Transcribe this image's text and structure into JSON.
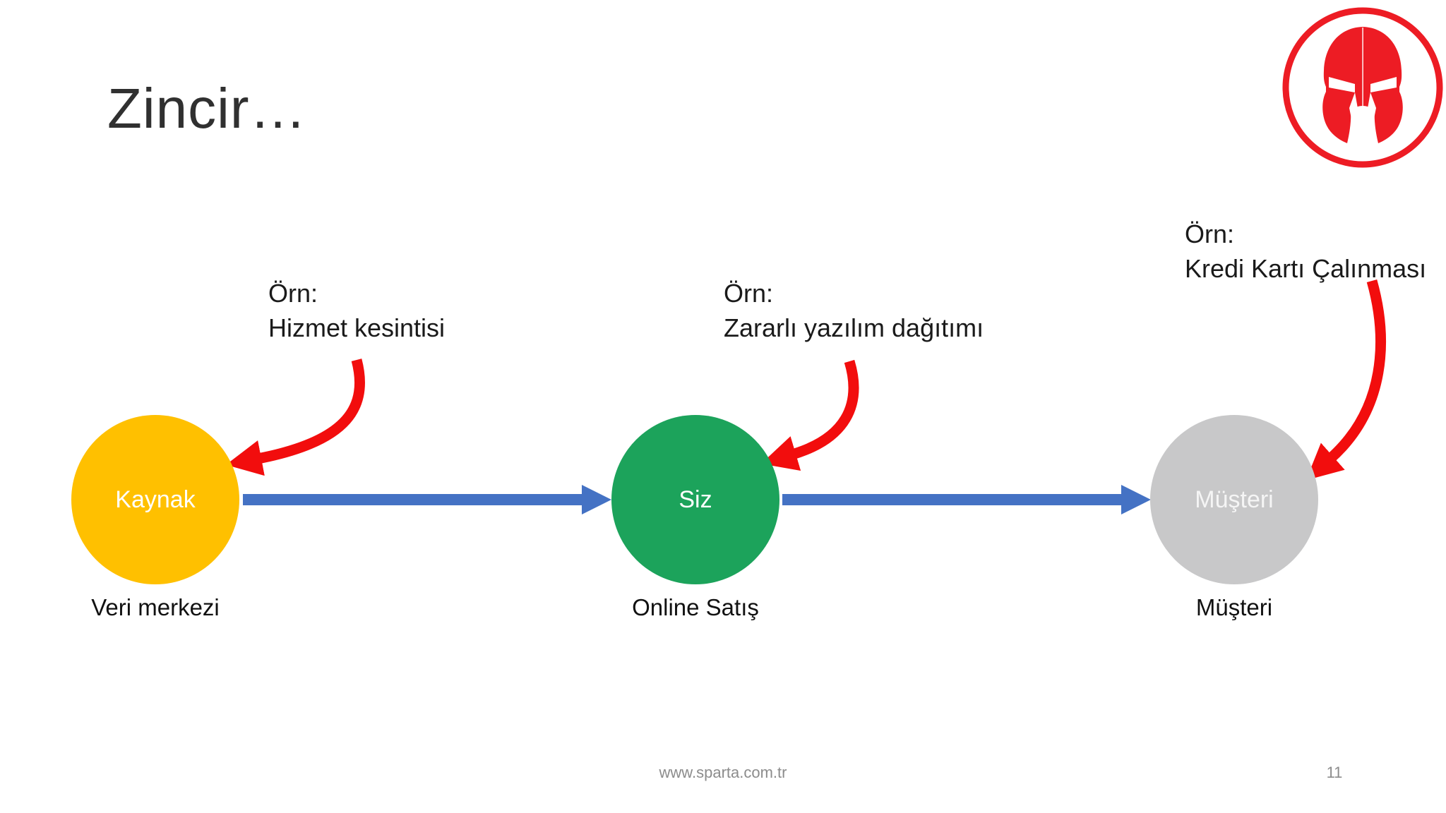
{
  "title": "Zincir…",
  "logo": {
    "icon": "spartan-helmet-icon",
    "color": "#ED1C24"
  },
  "colors": {
    "flow_arrow_blue": "#4472C4",
    "annotation_arrow_red": "#F20D0D",
    "node_yellow": "#FFC000",
    "node_green": "#1CA35B",
    "node_gray": "#C8C8C9"
  },
  "nodes": [
    {
      "label": "Kaynak",
      "sublabel": "Veri merkezi",
      "color": "#FFC000"
    },
    {
      "label": "Siz",
      "sublabel": "Online Satış",
      "color": "#1CA35B"
    },
    {
      "label": "Müşteri",
      "sublabel": "Müşteri",
      "color": "#C8C8C9"
    }
  ],
  "annotations": [
    {
      "prefix": "Örn:",
      "text": "Hizmet kesintisi"
    },
    {
      "prefix": "Örn:",
      "text": "Zararlı yazılım dağıtımı"
    },
    {
      "prefix": "Örn:",
      "text": "Kredi Kartı Çalınması"
    }
  ],
  "footer": {
    "url": "www.sparta.com.tr",
    "page_number": "11"
  }
}
